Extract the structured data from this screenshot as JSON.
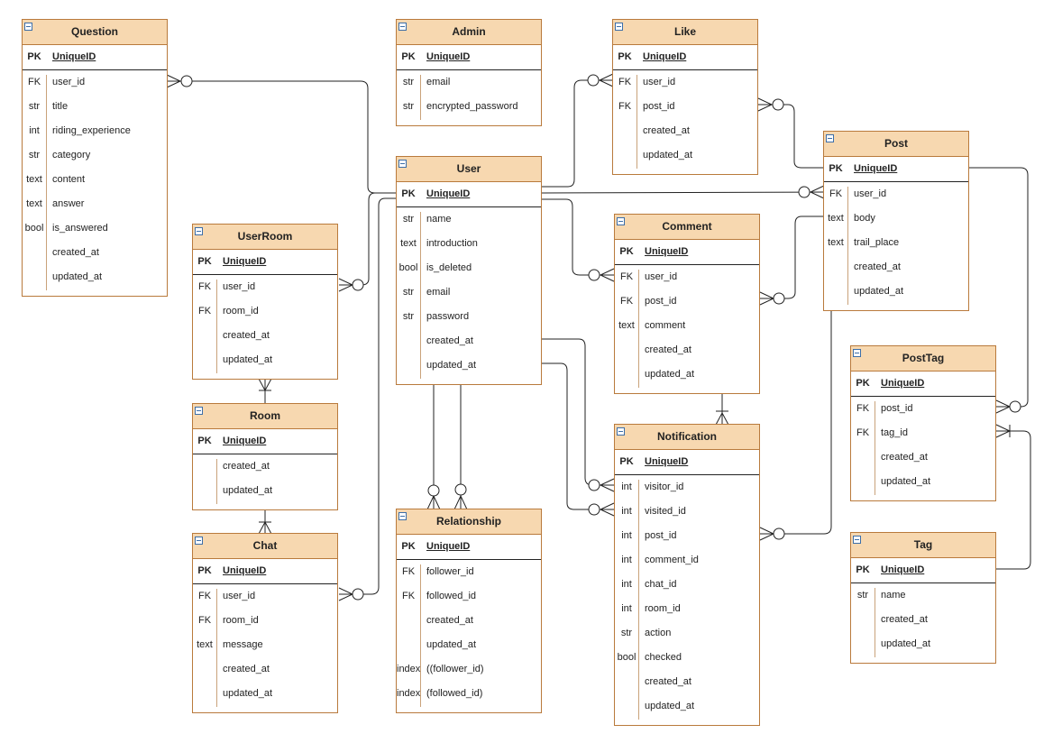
{
  "entities": {
    "Question": {
      "title": "Question",
      "pk": {
        "key": "PK",
        "name": "UniqueID"
      },
      "fields": [
        {
          "key": "FK",
          "name": "user_id"
        },
        {
          "key": "str",
          "name": "title"
        },
        {
          "key": "int",
          "name": "riding_experience"
        },
        {
          "key": "str",
          "name": "category"
        },
        {
          "key": "text",
          "name": "content"
        },
        {
          "key": "text",
          "name": "answer"
        },
        {
          "key": "bool",
          "name": "is_answered"
        },
        {
          "key": "",
          "name": "created_at"
        },
        {
          "key": "",
          "name": "updated_at"
        }
      ]
    },
    "Admin": {
      "title": "Admin",
      "pk": {
        "key": "PK",
        "name": "UniqueID"
      },
      "fields": [
        {
          "key": "str",
          "name": "email"
        },
        {
          "key": "str",
          "name": "encrypted_password"
        }
      ]
    },
    "Like": {
      "title": "Like",
      "pk": {
        "key": "PK",
        "name": "UniqueID"
      },
      "fields": [
        {
          "key": "FK",
          "name": "user_id"
        },
        {
          "key": "FK",
          "name": "post_id"
        },
        {
          "key": "",
          "name": "created_at"
        },
        {
          "key": "",
          "name": "updated_at"
        }
      ]
    },
    "Post": {
      "title": "Post",
      "pk": {
        "key": "PK",
        "name": "UniqueID"
      },
      "fields": [
        {
          "key": "FK",
          "name": "user_id"
        },
        {
          "key": "text",
          "name": "body"
        },
        {
          "key": "text",
          "name": "trail_place"
        },
        {
          "key": "",
          "name": "created_at"
        },
        {
          "key": "",
          "name": "updated_at"
        }
      ]
    },
    "User": {
      "title": "User",
      "pk": {
        "key": "PK",
        "name": "UniqueID"
      },
      "fields": [
        {
          "key": "str",
          "name": "name"
        },
        {
          "key": "text",
          "name": "introduction"
        },
        {
          "key": "bool",
          "name": "is_deleted"
        },
        {
          "key": "str",
          "name": "email"
        },
        {
          "key": "str",
          "name": "password"
        },
        {
          "key": "",
          "name": "created_at"
        },
        {
          "key": "",
          "name": "updated_at"
        }
      ]
    },
    "UserRoom": {
      "title": "UserRoom",
      "pk": {
        "key": "PK",
        "name": "UniqueID"
      },
      "fields": [
        {
          "key": "FK",
          "name": "user_id"
        },
        {
          "key": "FK",
          "name": "room_id"
        },
        {
          "key": "",
          "name": "created_at"
        },
        {
          "key": "",
          "name": "updated_at"
        }
      ]
    },
    "Comment": {
      "title": "Comment",
      "pk": {
        "key": "PK",
        "name": "UniqueID"
      },
      "fields": [
        {
          "key": "FK",
          "name": "user_id"
        },
        {
          "key": "FK",
          "name": "post_id"
        },
        {
          "key": "text",
          "name": "comment"
        },
        {
          "key": "",
          "name": "created_at"
        },
        {
          "key": "",
          "name": "updated_at"
        }
      ]
    },
    "PostTag": {
      "title": "PostTag",
      "pk": {
        "key": "PK",
        "name": "UniqueID"
      },
      "fields": [
        {
          "key": "FK",
          "name": "post_id"
        },
        {
          "key": "FK",
          "name": "tag_id"
        },
        {
          "key": "",
          "name": "created_at"
        },
        {
          "key": "",
          "name": "updated_at"
        }
      ]
    },
    "Room": {
      "title": "Room",
      "pk": {
        "key": "PK",
        "name": "UniqueID"
      },
      "fields": [
        {
          "key": "",
          "name": "created_at"
        },
        {
          "key": "",
          "name": "updated_at"
        }
      ]
    },
    "Notification": {
      "title": "Notification",
      "pk": {
        "key": "PK",
        "name": "UniqueID"
      },
      "fields": [
        {
          "key": "int",
          "name": "visitor_id"
        },
        {
          "key": "int",
          "name": "visited_id"
        },
        {
          "key": "int",
          "name": "post_id"
        },
        {
          "key": "int",
          "name": "comment_id"
        },
        {
          "key": "int",
          "name": "chat_id"
        },
        {
          "key": "int",
          "name": "room_id"
        },
        {
          "key": "str",
          "name": "action"
        },
        {
          "key": "bool",
          "name": "checked"
        },
        {
          "key": "",
          "name": "created_at"
        },
        {
          "key": "",
          "name": "updated_at"
        }
      ]
    },
    "Relationship": {
      "title": "Relationship",
      "pk": {
        "key": "PK",
        "name": "UniqueID"
      },
      "fields": [
        {
          "key": "FK",
          "name": "follower_id"
        },
        {
          "key": "FK",
          "name": "followed_id"
        },
        {
          "key": "",
          "name": "created_at"
        },
        {
          "key": "",
          "name": "updated_at"
        },
        {
          "key": "index",
          "name": "((follower_id)"
        },
        {
          "key": "index",
          "name": "(followed_id)"
        }
      ]
    },
    "Chat": {
      "title": "Chat",
      "pk": {
        "key": "PK",
        "name": "UniqueID"
      },
      "fields": [
        {
          "key": "FK",
          "name": "user_id"
        },
        {
          "key": "FK",
          "name": "room_id"
        },
        {
          "key": "text",
          "name": "message"
        },
        {
          "key": "",
          "name": "created_at"
        },
        {
          "key": "",
          "name": "updated_at"
        }
      ]
    },
    "Tag": {
      "title": "Tag",
      "pk": {
        "key": "PK",
        "name": "UniqueID"
      },
      "fields": [
        {
          "key": "str",
          "name": "name"
        },
        {
          "key": "",
          "name": "created_at"
        },
        {
          "key": "",
          "name": "updated_at"
        }
      ]
    }
  },
  "relationships": [
    {
      "from": "User",
      "to": "Question",
      "to_cardinality": "zero-or-many"
    },
    {
      "from": "User",
      "to": "Like",
      "to_cardinality": "zero-or-many"
    },
    {
      "from": "Post",
      "to": "Like",
      "to_cardinality": "zero-or-many"
    },
    {
      "from": "User",
      "to": "Post",
      "to_cardinality": "zero-or-many"
    },
    {
      "from": "User",
      "to": "UserRoom",
      "to_cardinality": "zero-or-many"
    },
    {
      "from": "User",
      "to": "Comment",
      "to_cardinality": "zero-or-many"
    },
    {
      "from": "Post",
      "to": "Comment",
      "to_cardinality": "zero-or-many"
    },
    {
      "from": "Post",
      "to": "PostTag",
      "to_cardinality": "zero-or-many"
    },
    {
      "from": "Tag",
      "to": "PostTag",
      "to_cardinality": "one-or-many"
    },
    {
      "from": "Room",
      "to": "UserRoom",
      "to_cardinality": "one-or-many"
    },
    {
      "from": "Room",
      "to": "Chat",
      "to_cardinality": "one-or-many"
    },
    {
      "from": "User",
      "to": "Chat",
      "to_cardinality": "zero-or-many"
    },
    {
      "from": "User",
      "to": "Relationship",
      "to_cardinality": "zero-or-many",
      "via": "follower_id"
    },
    {
      "from": "User",
      "to": "Relationship",
      "to_cardinality": "zero-or-many",
      "via": "followed_id"
    },
    {
      "from": "User",
      "to": "Notification",
      "to_cardinality": "zero-or-many",
      "via": "visitor_id"
    },
    {
      "from": "User",
      "to": "Notification",
      "to_cardinality": "zero-or-many",
      "via": "visited_id"
    },
    {
      "from": "Comment",
      "to": "Notification",
      "to_cardinality": "one-or-many"
    },
    {
      "from": "Post",
      "to": "Notification",
      "to_cardinality": "zero-or-many"
    }
  ],
  "colors": {
    "header_fill": "#f7d8b0",
    "border": "#b97a3c",
    "line": "#222222",
    "icon": "#3c6ea8"
  }
}
